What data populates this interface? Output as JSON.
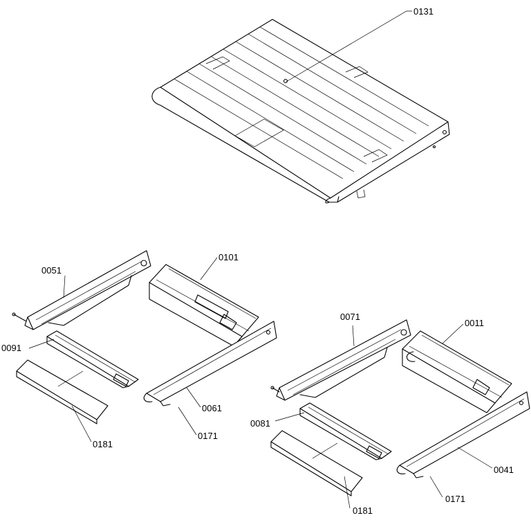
{
  "callouts": {
    "top_shelf": "0131",
    "left_rail": "0051",
    "left_bracket": "0101",
    "left_clip": "0091",
    "left_side_rail": "0061",
    "left_trim": "0181",
    "left_screw": "0171",
    "right_rail": "0071",
    "right_bracket": "0011",
    "right_clip": "0081",
    "right_side_rail": "0041",
    "right_trim": "0181",
    "right_screw": "0171"
  }
}
